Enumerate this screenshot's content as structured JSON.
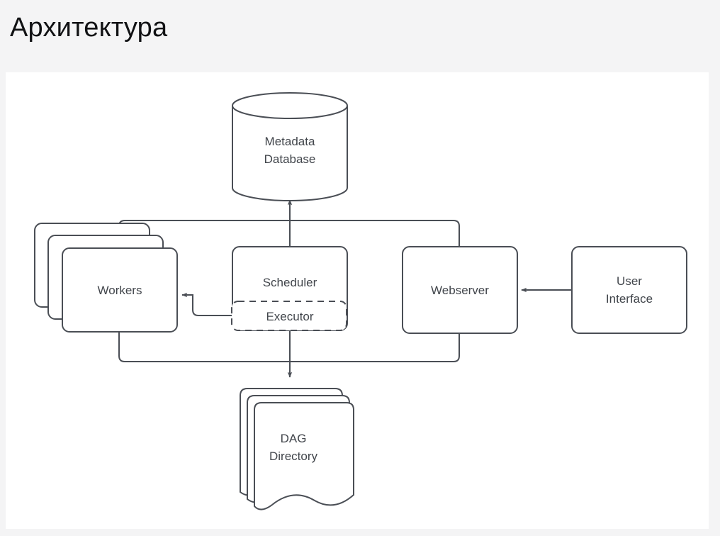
{
  "page": {
    "title": "Архитектура",
    "background_color": "#f4f4f5",
    "canvas_color": "#ffffff"
  },
  "diagram": {
    "type": "architecture-flow",
    "stroke_color": "#4a4e55",
    "text_color": "#41454b",
    "nodes": [
      {
        "id": "metadata-database",
        "shape": "cylinder",
        "label_lines": [
          "Metadata",
          "Database"
        ],
        "line1": "Metadata",
        "line2": "Database"
      },
      {
        "id": "workers",
        "shape": "stacked-rounded-rect",
        "stack_count": 3,
        "label_lines": [
          "Workers"
        ],
        "line1": "Workers"
      },
      {
        "id": "scheduler",
        "shape": "rounded-rect",
        "label_lines": [
          "Scheduler"
        ],
        "line1": "Scheduler"
      },
      {
        "id": "executor",
        "shape": "dashed-rounded-rect",
        "label_lines": [
          "Executor"
        ],
        "line1": "Executor"
      },
      {
        "id": "webserver",
        "shape": "rounded-rect",
        "label_lines": [
          "Webserver"
        ],
        "line1": "Webserver"
      },
      {
        "id": "user-interface",
        "shape": "rounded-rect",
        "label_lines": [
          "User",
          "Interface"
        ],
        "line1": "User",
        "line2": "Interface"
      },
      {
        "id": "dag-directory",
        "shape": "stacked-document",
        "stack_count": 3,
        "label_lines": [
          "DAG",
          "Directory"
        ],
        "line1": "DAG",
        "line2": "Directory"
      }
    ],
    "edges": [
      {
        "id": "scheduler-to-metadata",
        "from": "scheduler",
        "to": "metadata-database",
        "arrow": true
      },
      {
        "id": "workers-to-metadata",
        "from": "workers",
        "to": "metadata-database",
        "arrow": false
      },
      {
        "id": "webserver-to-metadata",
        "from": "webserver",
        "to": "metadata-database",
        "arrow": false
      },
      {
        "id": "executor-to-workers",
        "from": "executor",
        "to": "workers",
        "arrow": true
      },
      {
        "id": "executor-to-dag-directory",
        "from": "executor",
        "to": "dag-directory",
        "arrow": true
      },
      {
        "id": "workers-to-dag-directory",
        "from": "workers",
        "to": "dag-directory",
        "arrow": false
      },
      {
        "id": "webserver-to-dag-directory",
        "from": "webserver",
        "to": "dag-directory",
        "arrow": false
      },
      {
        "id": "user-interface-to-webserver",
        "from": "user-interface",
        "to": "webserver",
        "arrow": true
      }
    ]
  }
}
